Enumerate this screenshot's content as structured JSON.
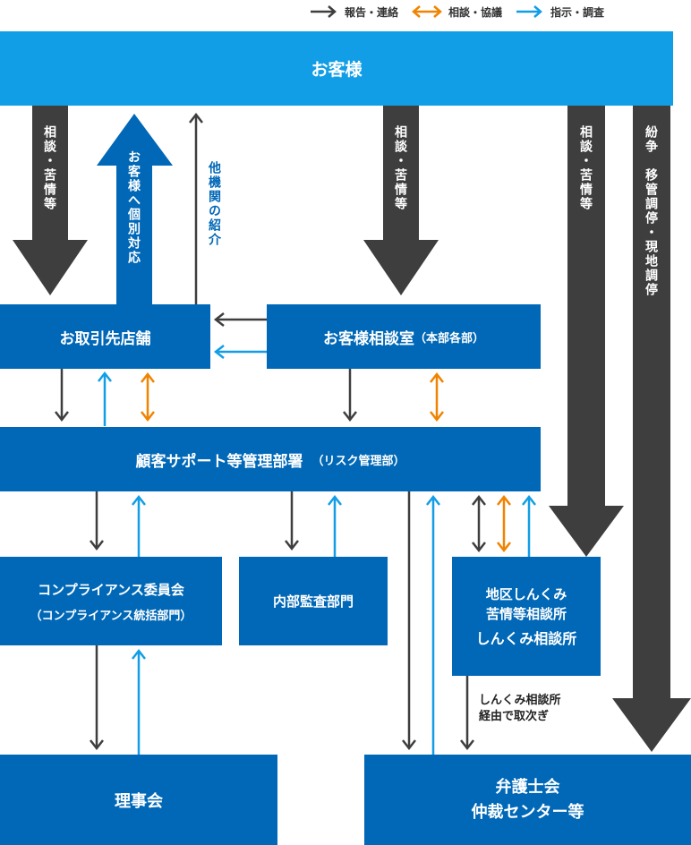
{
  "legend": {
    "report": "報告・連絡",
    "consult": "相談・協議",
    "instruct": "指示・調査"
  },
  "colors": {
    "dark": "#3e3e3e",
    "blue": "#0068b7",
    "light": "#129ee6",
    "orange": "#f08300"
  },
  "nodes": {
    "customer": "お客様",
    "branch": "お取引先店舗",
    "consult_room": "お客様相談室",
    "consult_room_sub": "（本部各部）",
    "support_dept": "顧客サポート等管理部署",
    "support_dept_sub": "（リスク管理部）",
    "compliance": "コンプライアンス委員会",
    "compliance_sub": "（コンプライアンス統括部門）",
    "audit": "内部監査部門",
    "shinkumi_1": "地区しんくみ",
    "shinkumi_2": "苦情等相談所",
    "shinkumi_3": "しんくみ相談所",
    "board": "理事会",
    "bar_1": "弁護士会",
    "bar_2": "仲裁センター等"
  },
  "labels": {
    "arrow_consult_1": "相談・苦情等",
    "arrow_individual": "お客様へ個別対応",
    "arrow_other": "他機関の紹介",
    "arrow_consult_2": "相談・苦情等",
    "arrow_consult_3": "相談・苦情等",
    "arrow_dispute": "紛争　移管調停・現地調停",
    "via_shinkumi_1": "しんくみ相談所",
    "via_shinkumi_2": "経由で取次ぎ"
  }
}
